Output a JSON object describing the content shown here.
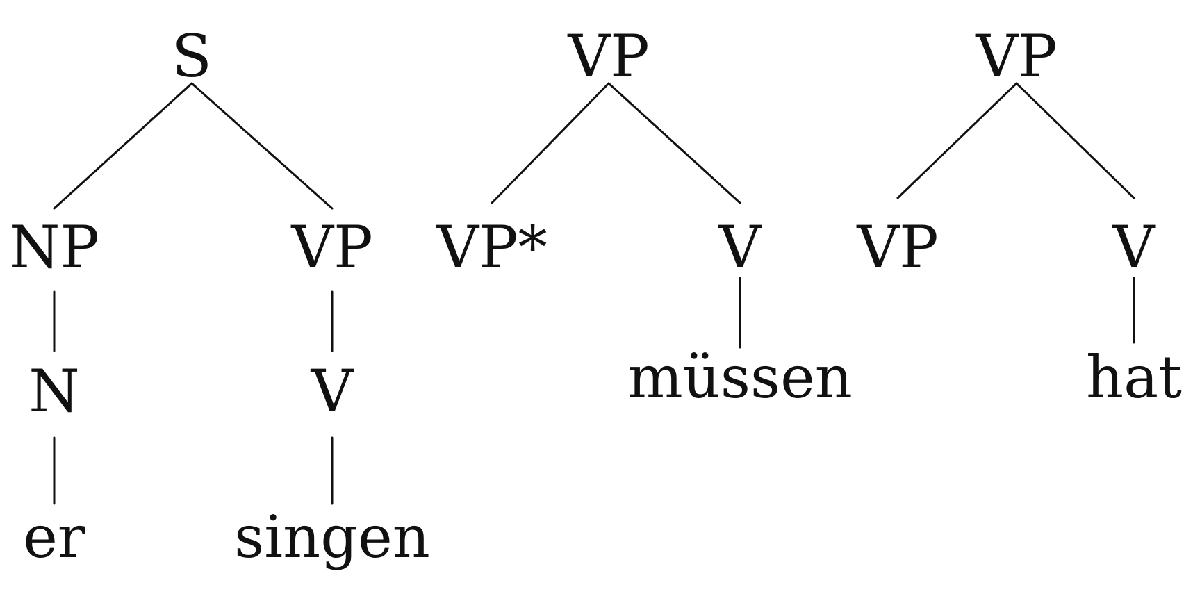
{
  "trees": [
    {
      "id": "tree-1",
      "nodes": [
        {
          "id": "t1-s",
          "label": "S"
        },
        {
          "id": "t1-np",
          "label": "NP"
        },
        {
          "id": "t1-vp",
          "label": "VP"
        },
        {
          "id": "t1-n",
          "label": "N"
        },
        {
          "id": "t1-v",
          "label": "V"
        },
        {
          "id": "t1-er",
          "label": "er"
        },
        {
          "id": "t1-singen",
          "label": "singen"
        }
      ],
      "edges": [
        [
          "t1-s",
          "t1-np"
        ],
        [
          "t1-s",
          "t1-vp"
        ],
        [
          "t1-np",
          "t1-n"
        ],
        [
          "t1-vp",
          "t1-v"
        ],
        [
          "t1-n",
          "t1-er"
        ],
        [
          "t1-v",
          "t1-singen"
        ]
      ]
    },
    {
      "id": "tree-2",
      "nodes": [
        {
          "id": "t2-vp",
          "label": "VP"
        },
        {
          "id": "t2-vpstar",
          "label": "VP*"
        },
        {
          "id": "t2-v",
          "label": "V"
        },
        {
          "id": "t2-muessen",
          "label": "müssen"
        }
      ],
      "edges": [
        [
          "t2-vp",
          "t2-vpstar"
        ],
        [
          "t2-vp",
          "t2-v"
        ],
        [
          "t2-v",
          "t2-muessen"
        ]
      ]
    },
    {
      "id": "tree-3",
      "nodes": [
        {
          "id": "t3-vp",
          "label": "VP"
        },
        {
          "id": "t3-vp-child",
          "label": "VP"
        },
        {
          "id": "t3-v",
          "label": "V"
        },
        {
          "id": "t3-hat",
          "label": "hat"
        }
      ],
      "edges": [
        [
          "t3-vp",
          "t3-vp-child"
        ],
        [
          "t3-vp",
          "t3-v"
        ],
        [
          "t3-v",
          "t3-hat"
        ]
      ]
    }
  ]
}
